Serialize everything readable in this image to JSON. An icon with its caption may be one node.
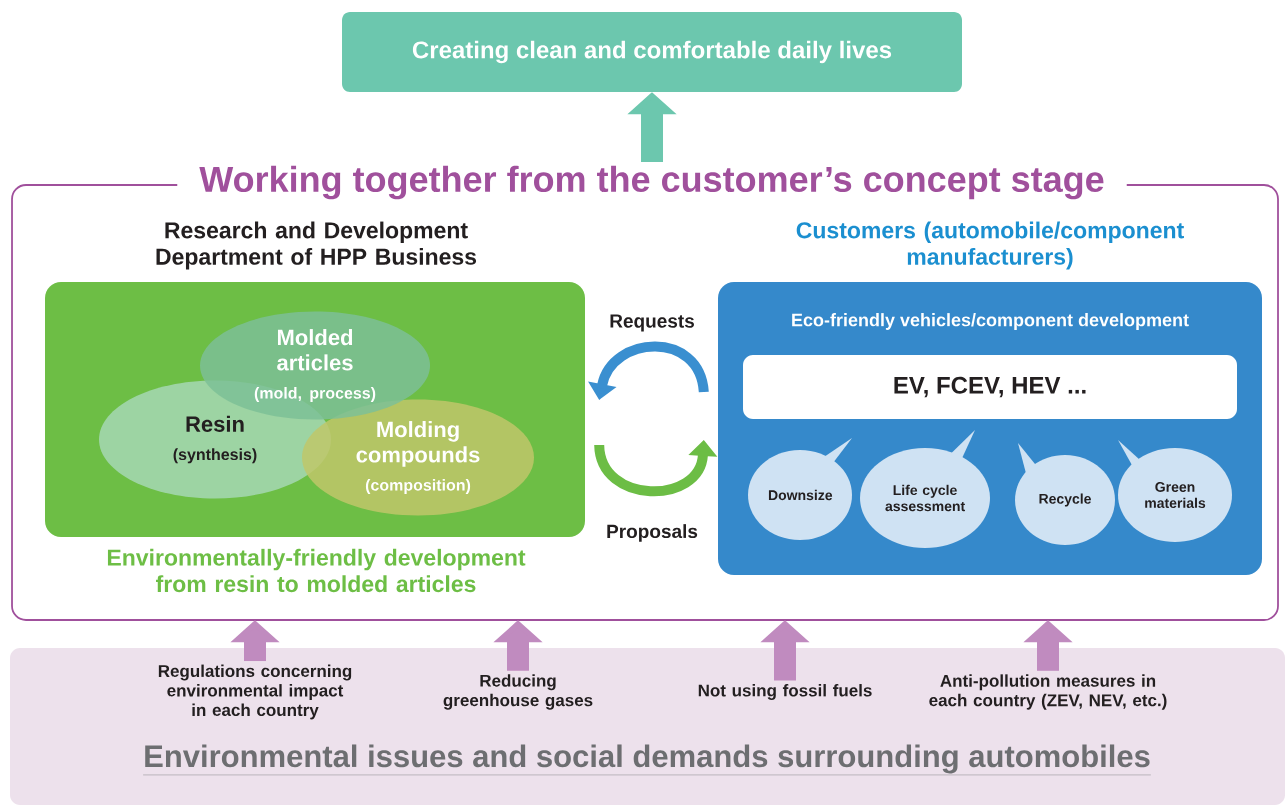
{
  "diagram": {
    "nodes": [
      {
        "text": [
          "Creating clean and comfortable daily lives"
        ]
      },
      {
        "text": [
          "Working together from the customer’s concept stage"
        ]
      },
      {
        "text": [
          "Research and Development Department of HPP Business"
        ],
        "beside": [
          "Environmentally-friendly development from resin to molded articles"
        ],
        "in": 1
      },
      {
        "text": [
          "Molded articles",
          "(mold, process)"
        ],
        "in": 2
      },
      {
        "text": [
          "Resin",
          "(synthesis)"
        ],
        "in": 2
      },
      {
        "text": [
          "Molding compounds",
          "(composition)"
        ],
        "in": 2
      },
      {
        "text": [
          "Customers (automobile/component manufacturers)",
          "Eco-friendly vehicles/component development"
        ],
        "in": 1
      },
      {
        "text": [
          "EV, FCEV, HEV ..."
        ],
        "in": 6
      },
      {
        "text": [
          "Downsize"
        ],
        "in": 6
      },
      {
        "text": [
          "Life cycle assessment"
        ],
        "in": 6
      },
      {
        "text": [
          "Recycle"
        ],
        "in": 6
      },
      {
        "text": [
          "Green materials"
        ],
        "in": 6
      },
      {
        "text": [
          "Environmental issues and social demands surrounding automobiles"
        ]
      },
      {
        "text": [
          "Regulations concerning environmental impact in each country"
        ],
        "in": 12
      },
      {
        "text": [
          "Reducing greenhouse gases"
        ],
        "in": 12
      },
      {
        "text": [
          "Not using fossil fuels"
        ],
        "in": 12
      },
      {
        "text": [
          "Anti-pollution measures in each country (ZEV, NEV, etc.)"
        ],
        "in": 12
      }
    ],
    "edges": [
      {
        "from": 1,
        "to": 0,
        "arrow": "to",
        "color": "#6cc7ae"
      },
      {
        "from": 6,
        "to": 2,
        "arrow": "to",
        "label": "Requests",
        "color": "#3a8fd0"
      },
      {
        "from": 2,
        "to": 6,
        "arrow": "to",
        "label": "Proposals",
        "color": "#6cbd45"
      },
      {
        "from": 13,
        "to": 1,
        "arrow": "to"
      },
      {
        "from": 14,
        "to": 1,
        "arrow": "to"
      },
      {
        "from": 15,
        "to": 1,
        "arrow": "to"
      },
      {
        "from": 16,
        "to": 1,
        "arrow": "to"
      }
    ]
  }
}
